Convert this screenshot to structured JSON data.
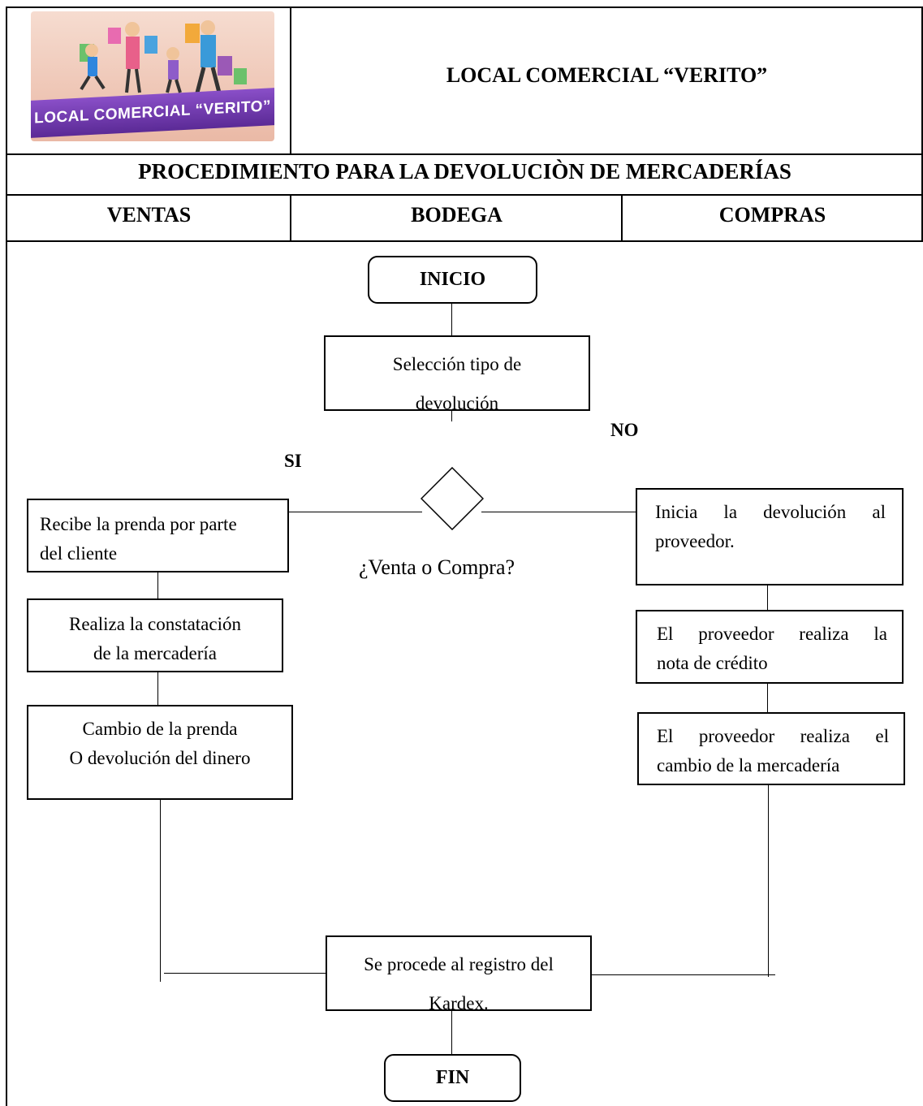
{
  "header": {
    "logo_text": "LOCAL COMERCIAL “VERITO”",
    "company_title": "LOCAL COMERCIAL “VERITO”",
    "procedure_title": "PROCEDIMIENTO PARA LA DEVOLUCIÒN DE MERCADERÍAS",
    "columns": [
      "VENTAS",
      "BODEGA",
      "COMPRAS"
    ]
  },
  "flow": {
    "start": "INICIO",
    "select_type": [
      "Selección tipo de",
      "devolución"
    ],
    "decision": "¿Venta o Compra?",
    "yes": "SI",
    "no": "NO",
    "ventas_steps": [
      [
        "Recibe la prenda por parte",
        "del cliente"
      ],
      [
        "Realiza la constatación",
        "de la mercadería"
      ],
      [
        "Cambio de la prenda",
        "O devolución del dinero"
      ]
    ],
    "compras_steps": [
      [
        "Inicia la devolución al",
        "proveedor."
      ],
      [
        "El proveedor realiza la",
        "nota de crédito"
      ],
      [
        "El proveedor realiza el",
        "cambio de la mercadería"
      ]
    ],
    "register": [
      "Se procede al registro del",
      "Kardex."
    ],
    "end": "FIN"
  }
}
